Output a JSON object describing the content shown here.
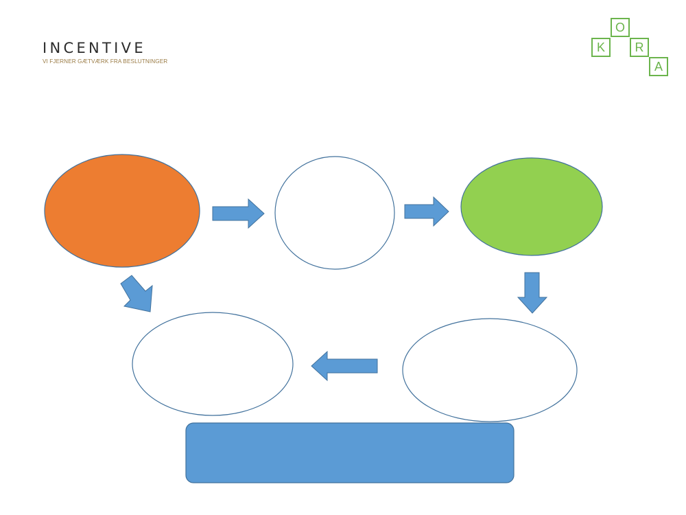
{
  "logos": {
    "incentive": {
      "wordmark": "INCENTIVE",
      "tagline": "VI FJERNER GÆTVÆRK FRA BESLUTNINGER"
    },
    "kora": {
      "letters": [
        "O",
        "K",
        "R",
        "A"
      ]
    }
  },
  "colors": {
    "orange": "#ed7d31",
    "green": "#92d050",
    "blue": "#5b9bd5",
    "outline": "#41719c",
    "kora_green": "#6bb44c"
  },
  "diagram": {
    "nodes": [
      {
        "id": "orange-oval",
        "fill": "orange",
        "text": ""
      },
      {
        "id": "top-middle-circle",
        "fill": "white",
        "text": ""
      },
      {
        "id": "green-oval",
        "fill": "green",
        "text": ""
      },
      {
        "id": "bottom-right-oval",
        "fill": "white",
        "text": ""
      },
      {
        "id": "bottom-left-oval",
        "fill": "white",
        "text": ""
      },
      {
        "id": "bottom-rectangle",
        "fill": "blue",
        "text": ""
      }
    ],
    "arrows": [
      {
        "from": "orange-oval",
        "to": "top-middle-circle",
        "direction": "right"
      },
      {
        "from": "top-middle-circle",
        "to": "green-oval",
        "direction": "right"
      },
      {
        "from": "green-oval",
        "to": "bottom-right-oval",
        "direction": "down"
      },
      {
        "from": "bottom-right-oval",
        "to": "bottom-left-oval",
        "direction": "left"
      },
      {
        "from": "orange-oval",
        "to": "bottom-left-oval",
        "direction": "down-right"
      }
    ]
  }
}
